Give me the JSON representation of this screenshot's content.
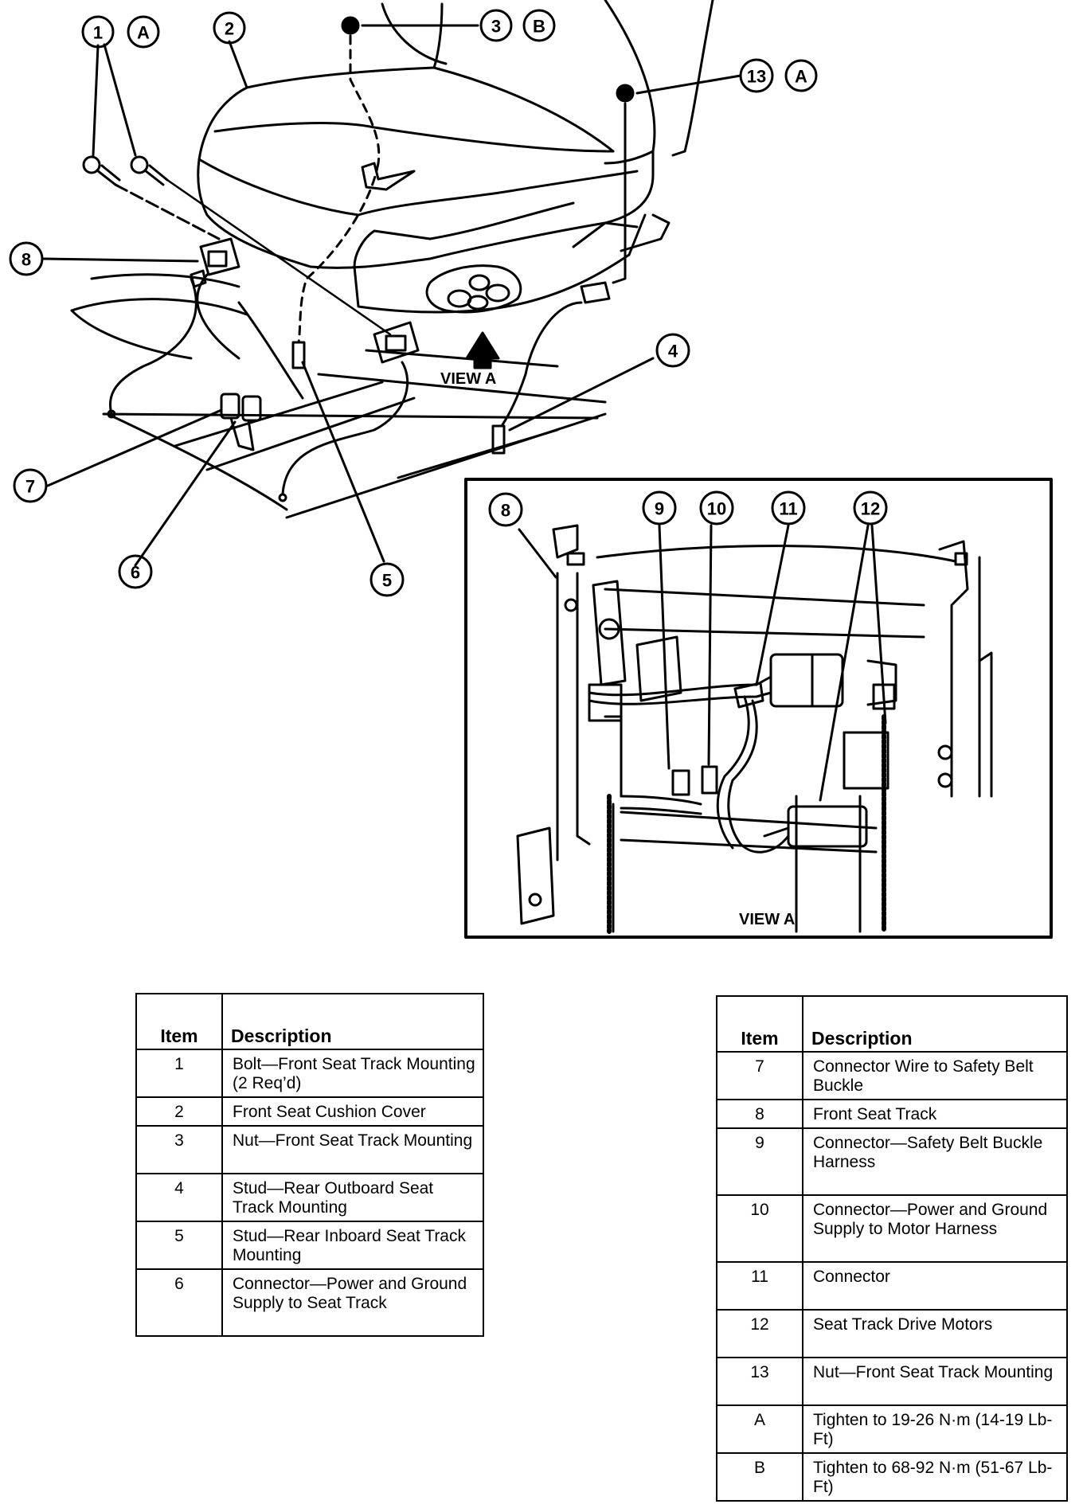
{
  "callouts": {
    "c1": "1",
    "cA1": "A",
    "c2": "2",
    "c3": "3",
    "cB": "B",
    "c13": "13",
    "cA2": "A",
    "c8": "8",
    "c4": "4",
    "c7": "7",
    "c6": "6",
    "c5": "5",
    "inset_8": "8",
    "inset_9": "9",
    "inset_10": "10",
    "inset_11": "11",
    "inset_12": "12"
  },
  "view_labels": {
    "main": "VIEW A",
    "inset": "VIEW A"
  },
  "legend_left": {
    "header_item": "Item",
    "header_description": "Description",
    "rows": [
      {
        "item": "1",
        "description": "Bolt—Front Seat Track Mounting (2 Req’d)"
      },
      {
        "item": "2",
        "description": "Front Seat Cushion Cover"
      },
      {
        "item": "3",
        "description": "Nut—Front Seat Track Mounting"
      },
      {
        "item": "4",
        "description": "Stud—Rear Outboard Seat Track Mounting"
      },
      {
        "item": "5",
        "description": "Stud—Rear Inboard Seat Track Mounting"
      },
      {
        "item": "6",
        "description": "Connector—Power and Ground Supply to Seat Track"
      }
    ]
  },
  "legend_right": {
    "header_item": "Item",
    "header_description": "Description",
    "rows": [
      {
        "item": "7",
        "description": "Connector Wire to Safety Belt Buckle"
      },
      {
        "item": "8",
        "description": "Front Seat Track"
      },
      {
        "item": "9",
        "description": "Connector—Safety Belt Buckle Harness"
      },
      {
        "item": "10",
        "description": "Connector—Power and Ground Supply to Motor Harness"
      },
      {
        "item": "11",
        "description": "Connector"
      },
      {
        "item": "12",
        "description": "Seat Track Drive Motors"
      },
      {
        "item": "13",
        "description": "Nut—Front Seat Track Mounting"
      },
      {
        "item": "A",
        "description": "Tighten to 19-26 N·m (14-19 Lb-Ft)"
      },
      {
        "item": "B",
        "description": "Tighten to 68-92 N·m (51-67 Lb-Ft)"
      }
    ]
  }
}
